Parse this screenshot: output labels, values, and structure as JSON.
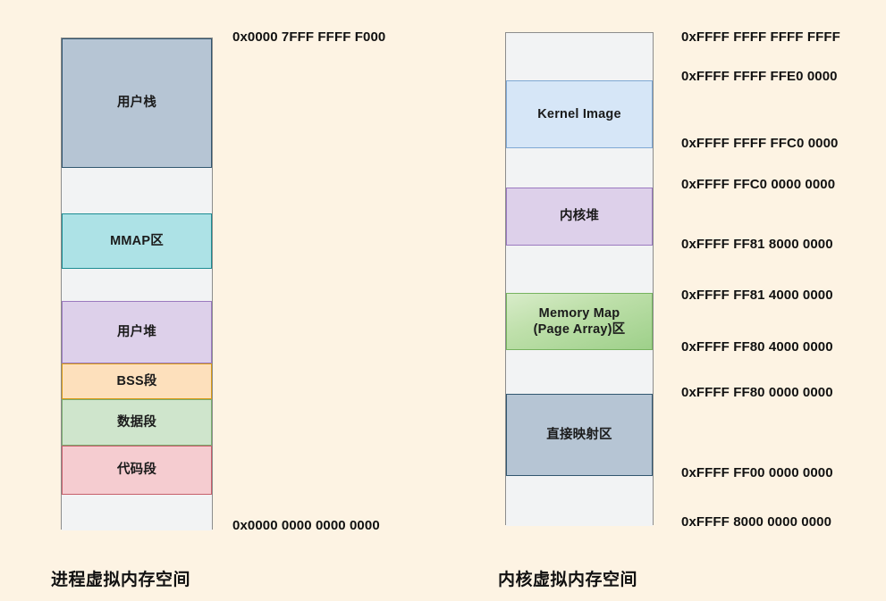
{
  "background_color": "#fdf3e3",
  "process_space": {
    "caption": "进程虚拟内存空间",
    "top_address": "0x0000 7FFF FFFF F000",
    "bottom_address": "0x0000 0000 0000 0000",
    "regions": [
      {
        "label": "用户栈",
        "fill": "#b6c5d4",
        "border": "#31566f",
        "height": 145,
        "kind": "filled"
      },
      {
        "label": "",
        "fill": "#f2f3f4",
        "border": "#8c8c8c",
        "height": 51,
        "kind": "gap"
      },
      {
        "label": "MMAP区",
        "fill": "#ade2e6",
        "border": "#1c8c92",
        "height": 62,
        "kind": "filled"
      },
      {
        "label": "",
        "fill": "#f2f3f4",
        "border": "#8c8c8c",
        "height": 36,
        "kind": "gap"
      },
      {
        "label": "用户堆",
        "fill": "#ddd0ea",
        "border": "#9b79bf",
        "height": 70,
        "kind": "filled"
      },
      {
        "label": "BSS段",
        "fill": "#fde0bc",
        "border": "#d99b16",
        "height": 40,
        "kind": "filled"
      },
      {
        "label": "数据段",
        "fill": "#cfe5cc",
        "border": "#7bab6e",
        "height": 52,
        "kind": "filled"
      },
      {
        "label": "代码段",
        "fill": "#f5ccd0",
        "border": "#c75f6a",
        "height": 55,
        "kind": "filled"
      },
      {
        "label": "",
        "fill": "#f2f3f4",
        "border": "#8c8c8c",
        "height": 40,
        "kind": "gap"
      }
    ]
  },
  "kernel_space": {
    "caption": "内核虚拟内存空间",
    "regions": [
      {
        "label": "",
        "fill": "#f2f3f4",
        "border": "#8c8c8c",
        "height": 53,
        "kind": "gap"
      },
      {
        "label": "Kernel Image",
        "fill": "#d6e6f7",
        "border": "#7fa8d4",
        "height": 76,
        "kind": "filled"
      },
      {
        "label": "",
        "fill": "#f2f3f4",
        "border": "#8c8c8c",
        "height": 44,
        "kind": "gap"
      },
      {
        "label": "内核堆",
        "fill": "#ddd0ea",
        "border": "#9b79bf",
        "height": 65,
        "kind": "filled"
      },
      {
        "label": "",
        "fill": "#f2f3f4",
        "border": "#8c8c8c",
        "height": 53,
        "kind": "gap"
      },
      {
        "label": "Memory Map\n(Page Array)区",
        "fill": "#9ed08a",
        "border": "#76b35e",
        "height": 64,
        "kind": "filled-gradient"
      },
      {
        "label": "",
        "fill": "#f2f3f4",
        "border": "#8c8c8c",
        "height": 49,
        "kind": "gap"
      },
      {
        "label": "直接映射区",
        "fill": "#b6c5d4",
        "border": "#31566f",
        "height": 92,
        "kind": "filled"
      },
      {
        "label": "",
        "fill": "#f2f3f4",
        "border": "#8c8c8c",
        "height": 56,
        "kind": "gap"
      }
    ],
    "addresses": [
      "0xFFFF FFFF FFFF FFFF",
      "0xFFFF FFFF FFE0 0000",
      "0xFFFF FFFF FFC0 0000",
      "0xFFFF FFC0 0000 0000",
      "0xFFFF FF81 8000 0000",
      "0xFFFF FF81 4000 0000",
      "0xFFFF FF80 4000 0000",
      "0xFFFF FF80 0000 0000",
      "0xFFFF FF00 0000 0000",
      "0xFFFF 8000 0000 0000"
    ]
  }
}
